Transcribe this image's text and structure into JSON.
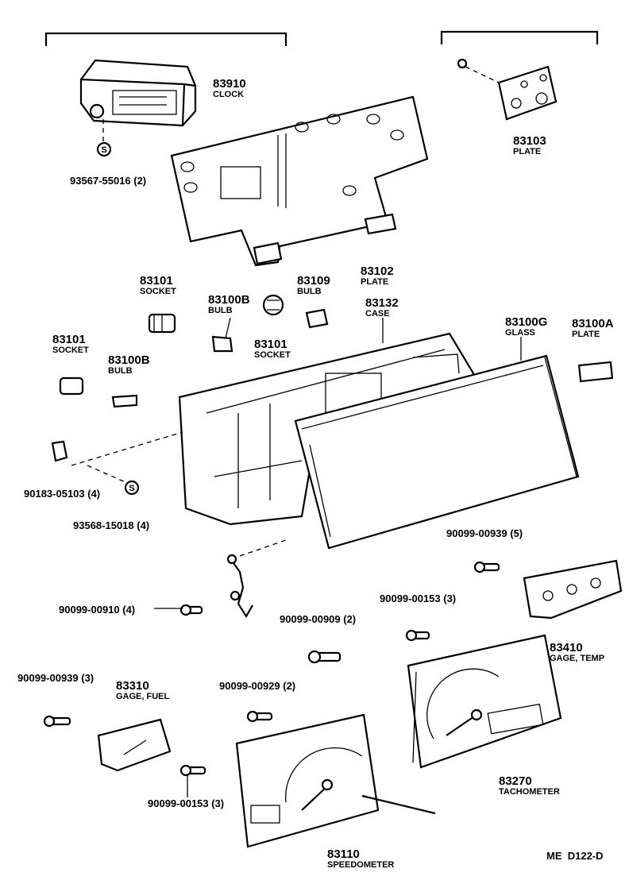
{
  "parts": [
    {
      "id": "p83910",
      "number": "83910",
      "name": "CLOCK"
    },
    {
      "id": "p93567",
      "number": "93567-55016 (2)"
    },
    {
      "id": "p83103",
      "number": "83103",
      "name": "PLATE"
    },
    {
      "id": "p83102",
      "number": "83102",
      "name": "PLATE"
    },
    {
      "id": "p83101a",
      "number": "83101",
      "name": "SOCKET"
    },
    {
      "id": "p83100b1",
      "number": "83100B",
      "name": "BULB"
    },
    {
      "id": "p83109",
      "number": "83109",
      "name": "BULB"
    },
    {
      "id": "p83132",
      "number": "83132",
      "name": "CASE"
    },
    {
      "id": "p83100g",
      "number": "83100G",
      "name": "GLASS"
    },
    {
      "id": "p83100a",
      "number": "83100A",
      "name": "PLATE"
    },
    {
      "id": "p83101b",
      "number": "83101",
      "name": "SOCKET"
    },
    {
      "id": "p83101c",
      "number": "83101",
      "name": "SOCKET"
    },
    {
      "id": "p83100b2",
      "number": "83100B",
      "name": "BULB"
    },
    {
      "id": "p90183",
      "number": "90183-05103 (4)"
    },
    {
      "id": "p93568",
      "number": "93568-15018 (4)"
    },
    {
      "id": "p90099_939_5",
      "number": "90099-00939 (5)"
    },
    {
      "id": "p90099_910",
      "number": "90099-00910 (4)"
    },
    {
      "id": "p90099_153_3a",
      "number": "90099-00153 (3)"
    },
    {
      "id": "p90099_909",
      "number": "90099-00909 (2)"
    },
    {
      "id": "p83410",
      "number": "83410",
      "name": "GAGE, TEMP"
    },
    {
      "id": "p90099_939_3",
      "number": "90099-00939 (3)"
    },
    {
      "id": "p83310",
      "number": "83310",
      "name": "GAGE, FUEL"
    },
    {
      "id": "p90099_929",
      "number": "90099-00929 (2)"
    },
    {
      "id": "p83270",
      "number": "83270",
      "name": "TACHOMETER"
    },
    {
      "id": "p90099_153_3b",
      "number": "90099-00153 (3)"
    },
    {
      "id": "p83110",
      "number": "83110",
      "name": "SPEEDOMETER"
    }
  ],
  "markers": {
    "s_symbol": "S"
  },
  "reference": "ME  D122-D"
}
